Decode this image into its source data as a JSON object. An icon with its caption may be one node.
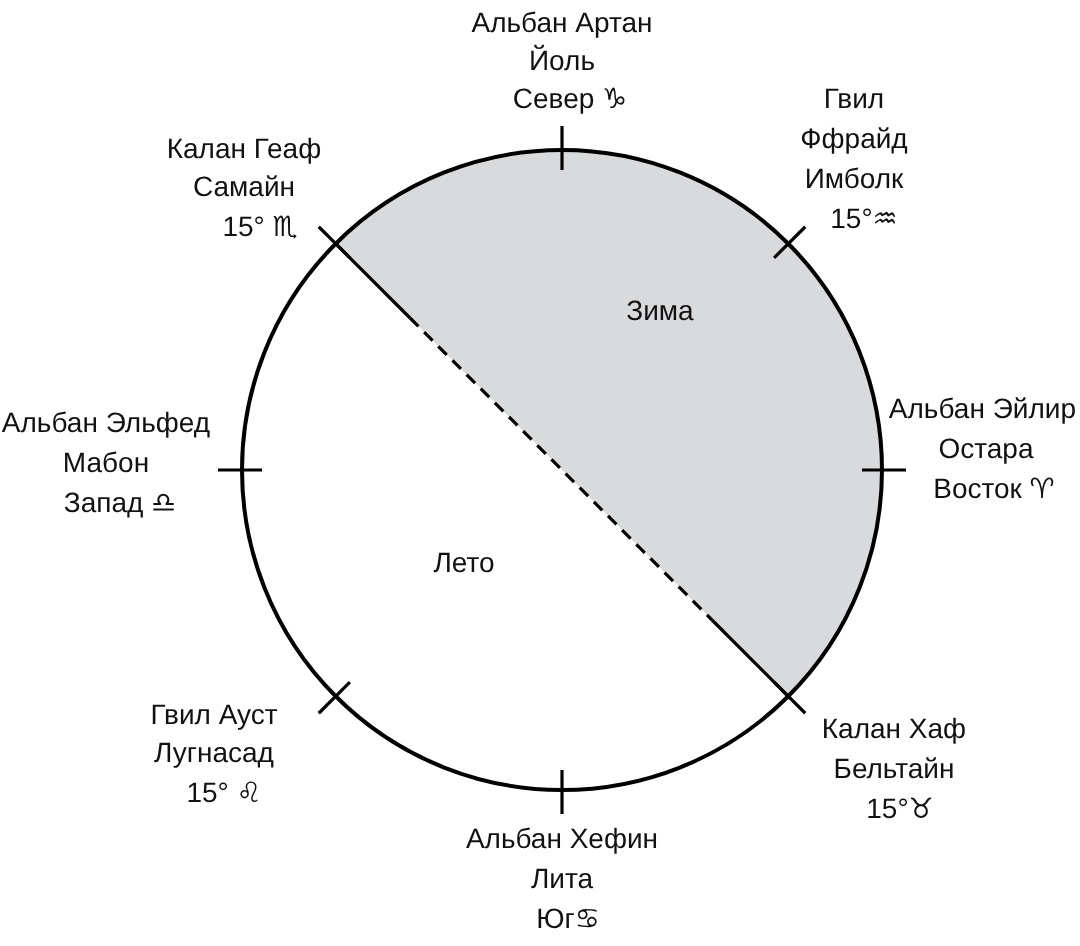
{
  "diagram": {
    "nodes": [
      {
        "text": [
          "Зима"
        ]
      },
      {
        "text": [
          "Лето"
        ]
      }
    ],
    "edges": [],
    "labels": [
      "Альбан Артан",
      "Йоль",
      "Север ♑",
      "Гвил",
      "Ффрайд",
      "Имболк",
      "15°♒",
      "Калан Геаф",
      "Самайн",
      "15° ♏",
      "Альбан Эльфед",
      "Мабон",
      "Запад ♎",
      "Альбан Эйлир",
      "Остара",
      "Восток ♈",
      "Гвил Ауст",
      "Лугнасад",
      "15° ♌",
      "Калан Хаф",
      "Бельтайн",
      "15°♉",
      "Альбан Хефин",
      "Лита",
      "Юг♋"
    ]
  }
}
